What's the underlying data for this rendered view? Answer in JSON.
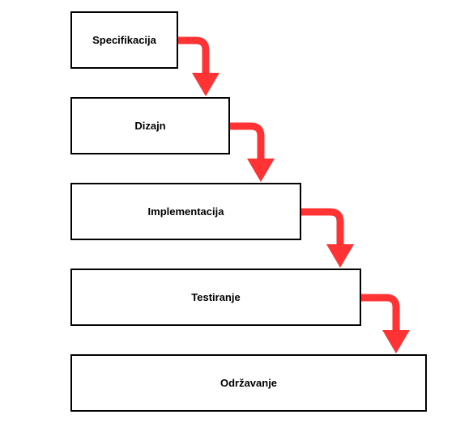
{
  "diagram": {
    "steps": [
      {
        "label": "Specifikacija"
      },
      {
        "label": "Dizajn"
      },
      {
        "label": "Implementacija"
      },
      {
        "label": "Testiranje"
      },
      {
        "label": "Održavanje"
      }
    ],
    "arrow_color": "#ff3333",
    "box_border_color": "#000000"
  }
}
